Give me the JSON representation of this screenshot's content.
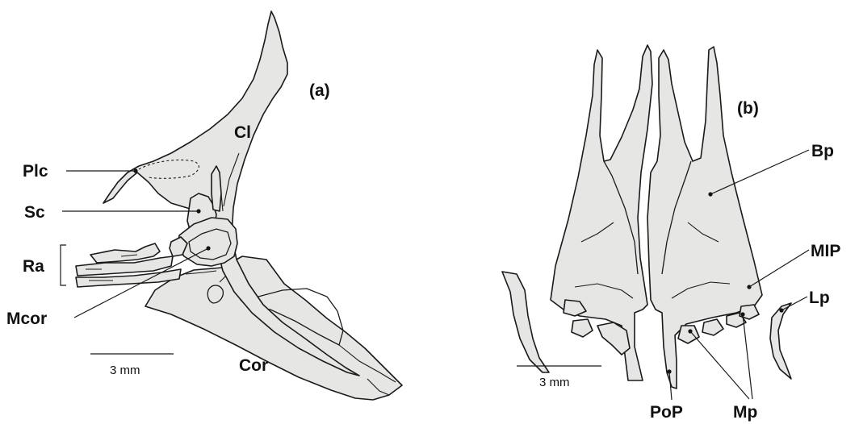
{
  "panel_a": {
    "panel_label": "(a)",
    "labels": {
      "cl": "Cl",
      "plc": "Plc",
      "sc": "Sc",
      "ra": "Ra",
      "mcor": "Mcor",
      "cor": "Cor"
    },
    "scale_bar": "3 mm"
  },
  "panel_b": {
    "panel_label": "(b)",
    "labels": {
      "bp": "Bp",
      "mip": "MIP",
      "lp": "Lp",
      "pop": "PoP",
      "mp": "Mp"
    },
    "scale_bar": "3 mm"
  },
  "colors": {
    "bone_fill": "#e6e6e4",
    "outline": "#1a1a1a"
  }
}
